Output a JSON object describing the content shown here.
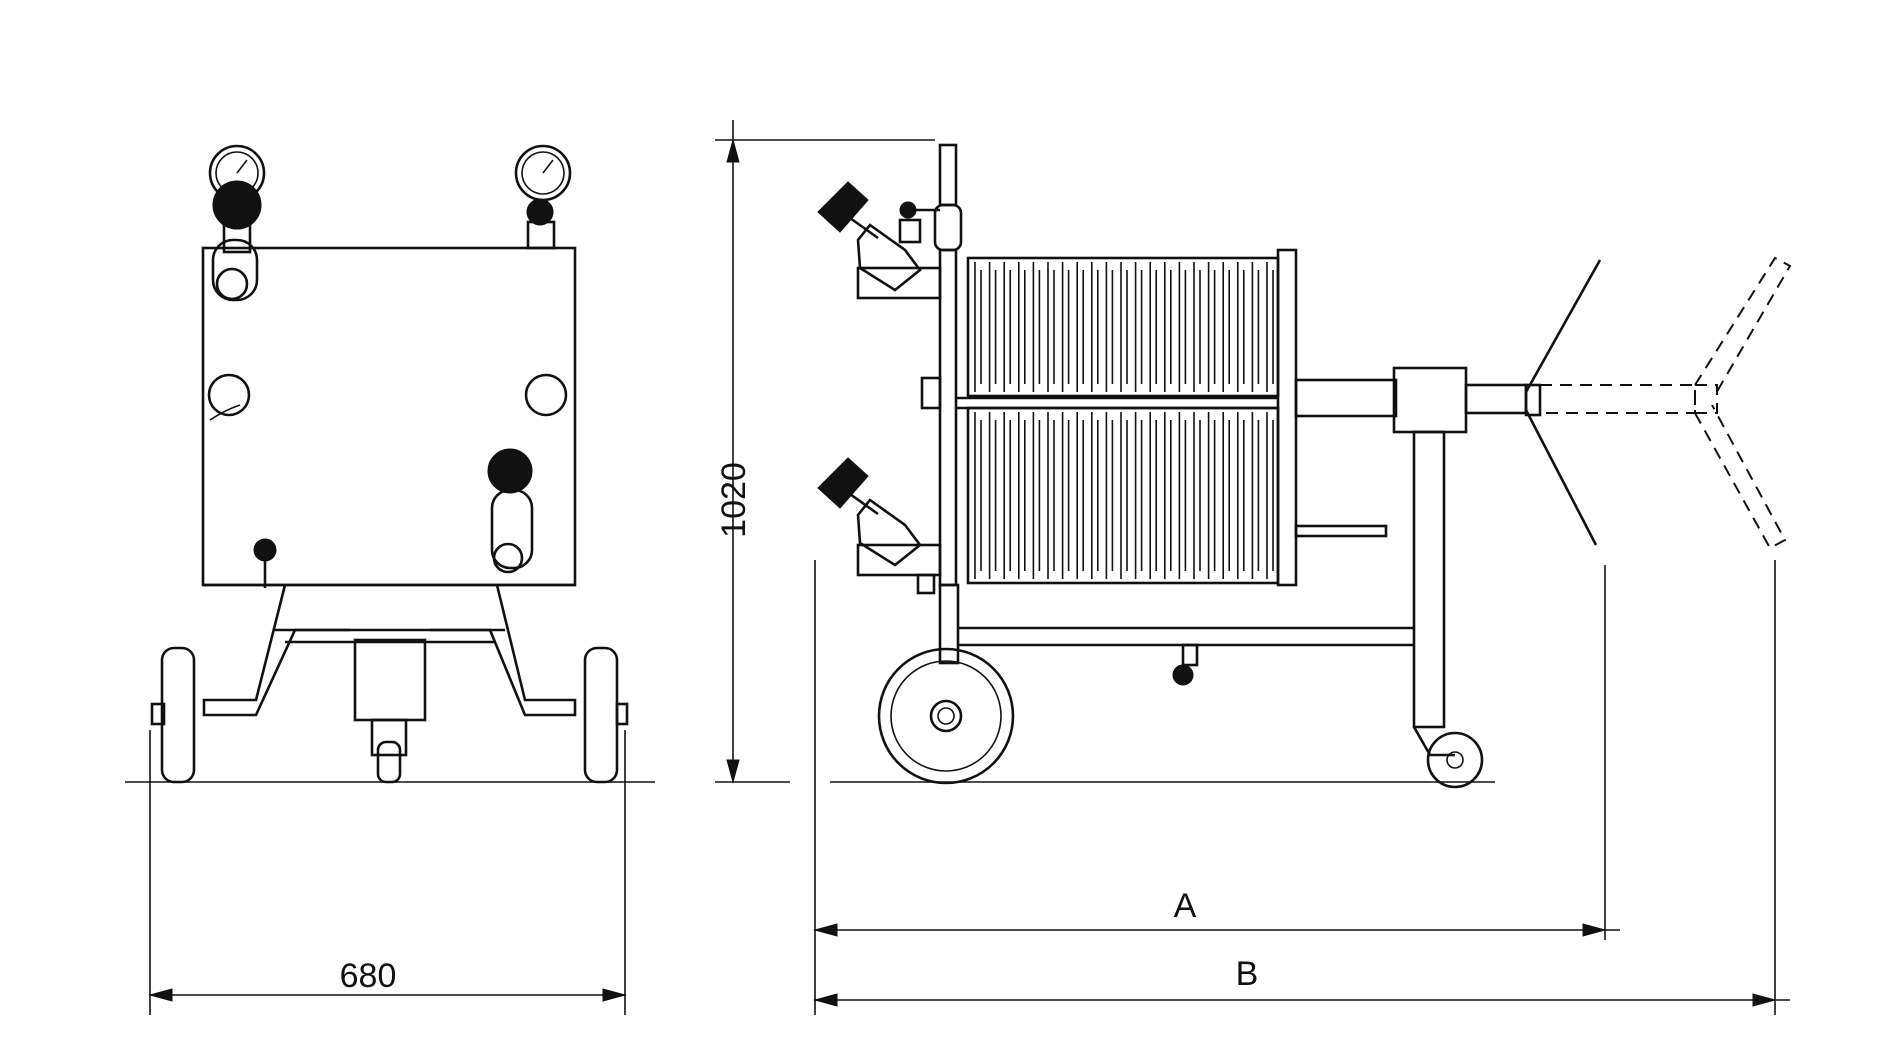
{
  "drawing": {
    "dimensions": {
      "front_width": "680",
      "side_height": "1020",
      "length_a": "A",
      "length_b": "B"
    },
    "colors": {
      "line": "#111111",
      "background": "#ffffff"
    }
  }
}
